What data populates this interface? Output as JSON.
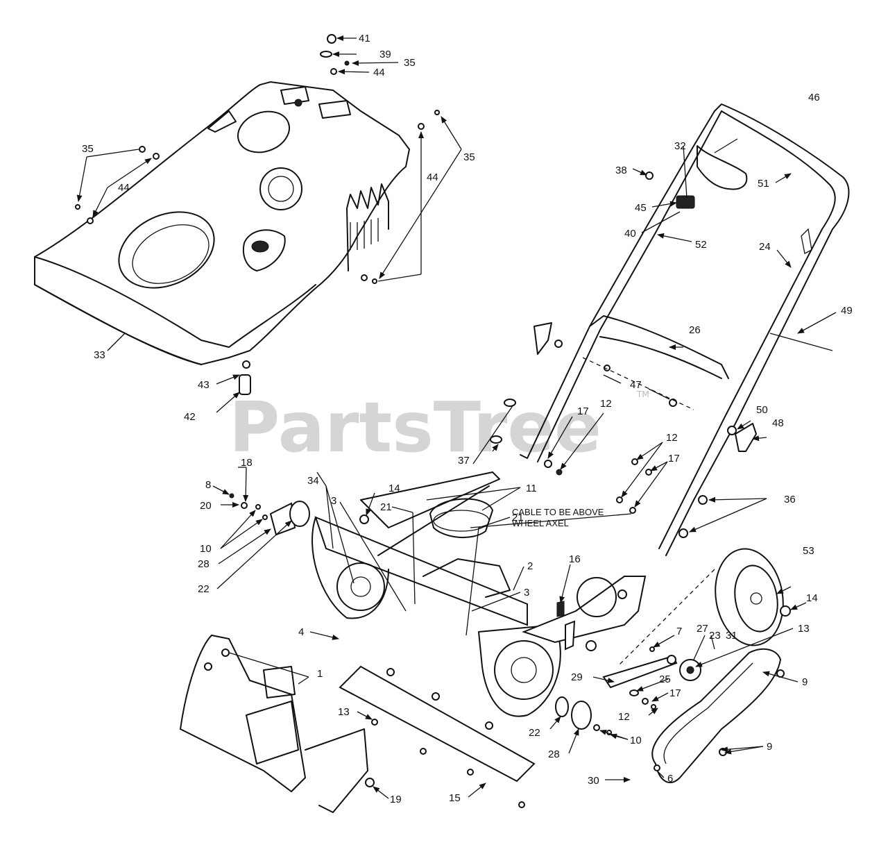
{
  "watermark": {
    "text": "PartsTree",
    "tm": "TM"
  },
  "note": {
    "line1": "CABLE TO BE ABOVE",
    "line2": "WHEEL AXEL"
  },
  "callouts": [
    {
      "id": "c41",
      "text": "41"
    },
    {
      "id": "c39",
      "text": "39"
    },
    {
      "id": "c35a",
      "text": "35"
    },
    {
      "id": "c44a",
      "text": "44"
    },
    {
      "id": "c35b",
      "text": "35"
    },
    {
      "id": "c44b",
      "text": "44"
    },
    {
      "id": "c44c",
      "text": "44"
    },
    {
      "id": "c35c",
      "text": "35"
    },
    {
      "id": "c33",
      "text": "33"
    },
    {
      "id": "c43",
      "text": "43"
    },
    {
      "id": "c42",
      "text": "42"
    },
    {
      "id": "c46",
      "text": "46"
    },
    {
      "id": "c32",
      "text": "32"
    },
    {
      "id": "c38",
      "text": "38"
    },
    {
      "id": "c45",
      "text": "45"
    },
    {
      "id": "c40",
      "text": "40"
    },
    {
      "id": "c52",
      "text": "52"
    },
    {
      "id": "c51",
      "text": "51"
    },
    {
      "id": "c24",
      "text": "24"
    },
    {
      "id": "c49",
      "text": "49"
    },
    {
      "id": "c26",
      "text": "26"
    },
    {
      "id": "c47",
      "text": "47"
    },
    {
      "id": "c17a",
      "text": "17"
    },
    {
      "id": "c12a",
      "text": "12"
    },
    {
      "id": "c37",
      "text": "37"
    },
    {
      "id": "c50",
      "text": "50"
    },
    {
      "id": "c48",
      "text": "48"
    },
    {
      "id": "c12b",
      "text": "12"
    },
    {
      "id": "c17b",
      "text": "17"
    },
    {
      "id": "c36",
      "text": "36"
    },
    {
      "id": "c18",
      "text": "18"
    },
    {
      "id": "c8",
      "text": "8"
    },
    {
      "id": "c20",
      "text": "20"
    },
    {
      "id": "c10a",
      "text": "10"
    },
    {
      "id": "c28a",
      "text": "28"
    },
    {
      "id": "c22a",
      "text": "22"
    },
    {
      "id": "c34",
      "text": "34"
    },
    {
      "id": "c3a",
      "text": "3"
    },
    {
      "id": "c14a",
      "text": "14"
    },
    {
      "id": "c21a",
      "text": "21"
    },
    {
      "id": "c11",
      "text": "11"
    },
    {
      "id": "c21b",
      "text": "21"
    },
    {
      "id": "c2",
      "text": "2"
    },
    {
      "id": "c3b",
      "text": "3"
    },
    {
      "id": "c16",
      "text": "16"
    },
    {
      "id": "c53",
      "text": "53"
    },
    {
      "id": "c14b",
      "text": "14"
    },
    {
      "id": "c4",
      "text": "4"
    },
    {
      "id": "c1",
      "text": "1"
    },
    {
      "id": "c13a",
      "text": "13"
    },
    {
      "id": "c19",
      "text": "19"
    },
    {
      "id": "c15",
      "text": "15"
    },
    {
      "id": "c22b",
      "text": "22"
    },
    {
      "id": "c28b",
      "text": "28"
    },
    {
      "id": "c7",
      "text": "7"
    },
    {
      "id": "c27",
      "text": "27"
    },
    {
      "id": "c23",
      "text": "23"
    },
    {
      "id": "c31",
      "text": "31"
    },
    {
      "id": "c13b",
      "text": "13"
    },
    {
      "id": "c29",
      "text": "29"
    },
    {
      "id": "c25",
      "text": "25"
    },
    {
      "id": "c17c",
      "text": "17"
    },
    {
      "id": "c9a",
      "text": "9"
    },
    {
      "id": "c12c",
      "text": "12"
    },
    {
      "id": "c10b",
      "text": "10"
    },
    {
      "id": "c9b",
      "text": "9"
    },
    {
      "id": "c30",
      "text": "30"
    },
    {
      "id": "c6",
      "text": "6"
    }
  ]
}
